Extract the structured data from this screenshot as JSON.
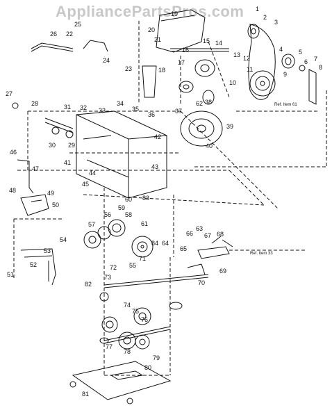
{
  "watermark": "AppliancePartsPros.com",
  "callouts": [
    {
      "id": "c1",
      "text": "1"
    },
    {
      "id": "c2",
      "text": "2"
    },
    {
      "id": "c3",
      "text": "3"
    },
    {
      "id": "c4",
      "text": "4"
    },
    {
      "id": "c5",
      "text": "5"
    },
    {
      "id": "c6",
      "text": "6"
    },
    {
      "id": "c7",
      "text": "7"
    },
    {
      "id": "c8",
      "text": "8"
    },
    {
      "id": "c9",
      "text": "9"
    },
    {
      "id": "c10",
      "text": "10"
    },
    {
      "id": "c11",
      "text": "11"
    },
    {
      "id": "c12",
      "text": "12"
    },
    {
      "id": "c13",
      "text": "13"
    },
    {
      "id": "c14",
      "text": "14"
    },
    {
      "id": "c15",
      "text": "15"
    },
    {
      "id": "c16",
      "text": "16"
    },
    {
      "id": "c17",
      "text": "17"
    },
    {
      "id": "c18",
      "text": "18"
    },
    {
      "id": "c19",
      "text": "19"
    },
    {
      "id": "c20",
      "text": "20"
    },
    {
      "id": "c21",
      "text": "21"
    },
    {
      "id": "c22",
      "text": "22"
    },
    {
      "id": "c23",
      "text": "23"
    },
    {
      "id": "c24",
      "text": "24"
    },
    {
      "id": "c25",
      "text": "25"
    },
    {
      "id": "c26",
      "text": "26"
    },
    {
      "id": "c27",
      "text": "27"
    },
    {
      "id": "c28",
      "text": "28"
    },
    {
      "id": "c29",
      "text": "29"
    },
    {
      "id": "c30",
      "text": "30"
    },
    {
      "id": "c31",
      "text": "31"
    },
    {
      "id": "c32",
      "text": "32"
    },
    {
      "id": "c33",
      "text": "33"
    },
    {
      "id": "c34",
      "text": "34"
    },
    {
      "id": "c35",
      "text": "35"
    },
    {
      "id": "c36",
      "text": "36"
    },
    {
      "id": "c37",
      "text": "37"
    },
    {
      "id": "c38",
      "text": "38"
    },
    {
      "id": "c39",
      "text": "39"
    },
    {
      "id": "c40",
      "text": "40"
    },
    {
      "id": "c41",
      "text": "41"
    },
    {
      "id": "c42",
      "text": "42"
    },
    {
      "id": "c43",
      "text": "43"
    },
    {
      "id": "c44",
      "text": "44"
    },
    {
      "id": "c45",
      "text": "45"
    },
    {
      "id": "c46",
      "text": "46"
    },
    {
      "id": "c47",
      "text": "47"
    },
    {
      "id": "c48",
      "text": "48"
    },
    {
      "id": "c49",
      "text": "49"
    },
    {
      "id": "c50",
      "text": "50"
    },
    {
      "id": "c51",
      "text": "51"
    },
    {
      "id": "c52",
      "text": "52"
    },
    {
      "id": "c53",
      "text": "53"
    },
    {
      "id": "c54",
      "text": "54"
    },
    {
      "id": "c55",
      "text": "55"
    },
    {
      "id": "c56",
      "text": "56"
    },
    {
      "id": "c57",
      "text": "57"
    },
    {
      "id": "c58",
      "text": "58"
    },
    {
      "id": "c59",
      "text": "59"
    },
    {
      "id": "c60",
      "text": "60"
    },
    {
      "id": "c61",
      "text": "61"
    },
    {
      "id": "c62",
      "text": "62"
    },
    {
      "id": "c63",
      "text": "63"
    },
    {
      "id": "c64",
      "text": "64"
    },
    {
      "id": "c65",
      "text": "65"
    },
    {
      "id": "c66",
      "text": "66"
    },
    {
      "id": "c67",
      "text": "67"
    },
    {
      "id": "c68",
      "text": "68"
    },
    {
      "id": "c69",
      "text": "69"
    },
    {
      "id": "c70",
      "text": "70"
    },
    {
      "id": "c71",
      "text": "71"
    },
    {
      "id": "c72",
      "text": "72"
    },
    {
      "id": "c73",
      "text": "73"
    },
    {
      "id": "c74",
      "text": "74"
    },
    {
      "id": "c75",
      "text": "75"
    },
    {
      "id": "c76",
      "text": "76"
    },
    {
      "id": "c77",
      "text": "77"
    },
    {
      "id": "c78",
      "text": "78"
    },
    {
      "id": "c79",
      "text": "79"
    },
    {
      "id": "c80",
      "text": "80"
    },
    {
      "id": "c81",
      "text": "81"
    },
    {
      "id": "c82",
      "text": "82"
    },
    {
      "id": "c83",
      "text": "83"
    },
    {
      "id": "c84",
      "text": "84"
    }
  ],
  "references": [
    {
      "id": "r61",
      "text": "Ref. Item 61"
    },
    {
      "id": "r33",
      "text": "Ref. Item 33"
    }
  ]
}
